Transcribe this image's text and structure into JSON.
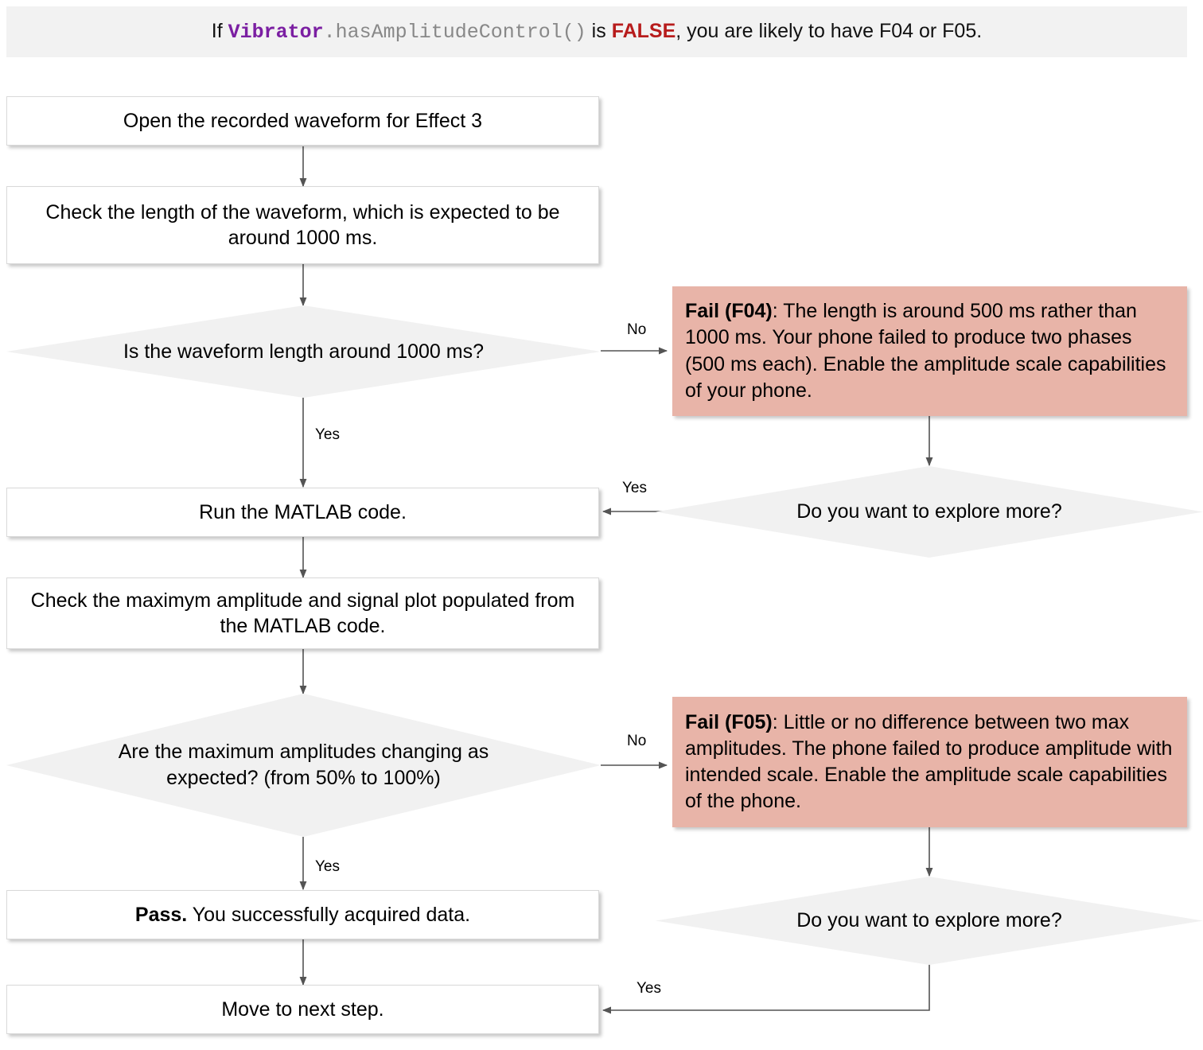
{
  "header": {
    "prefix": "If ",
    "code_class": "Vibrator",
    "code_method": ".hasAmplitudeControl()",
    "mid": " is ",
    "value": "FALSE",
    "suffix": ", you are likely to have F04 or F05.",
    "banner_color": "#f2f2f2",
    "class_color": "#7b1fa2",
    "method_color": "#888888",
    "value_color": "#b71c1c"
  },
  "nodes": {
    "open_waveform": "Open the recorded waveform for Effect 3",
    "check_length": "Check the length of the waveform, which is expected to be around 1000 ms.",
    "q_length": "Is the waveform length around 1000 ms?",
    "fail_f04_bold": "Fail (F04)",
    "fail_f04_rest": ": The length is around 500 ms rather than 1000 ms. Your phone failed to produce two phases (500 ms each). Enable the amplitude scale capabilities of your phone.",
    "explore_more_1": "Do you want to explore more?",
    "run_matlab": "Run the MATLAB code.",
    "check_amplitude": "Check the maximym amplitude and signal plot populated from the MATLAB code.",
    "q_amplitudes": "Are the maximum amplitudes changing as expected? (from 50% to 100%)",
    "fail_f05_bold": "Fail (F05)",
    "fail_f05_rest": ": Little or no difference between two max amplitudes. The phone failed to produce amplitude with intended scale. Enable the amplitude scale capabilities of the phone.",
    "explore_more_2": "Do you want to explore more?",
    "pass_bold": "Pass.",
    "pass_rest": " You successfully acquired data.",
    "move_next": "Move to next step."
  },
  "edge_labels": {
    "no_1": "No",
    "yes_1": "Yes",
    "yes_explore_1": "Yes",
    "no_2": "No",
    "yes_2": "Yes",
    "yes_explore_2": "Yes"
  },
  "colors": {
    "fail_bg": "#e8b4a8",
    "diamond_bg": "#f1f1f1",
    "rect_bg": "#ffffff",
    "edge_stroke": "#545454",
    "border": "#d9d9d9"
  }
}
